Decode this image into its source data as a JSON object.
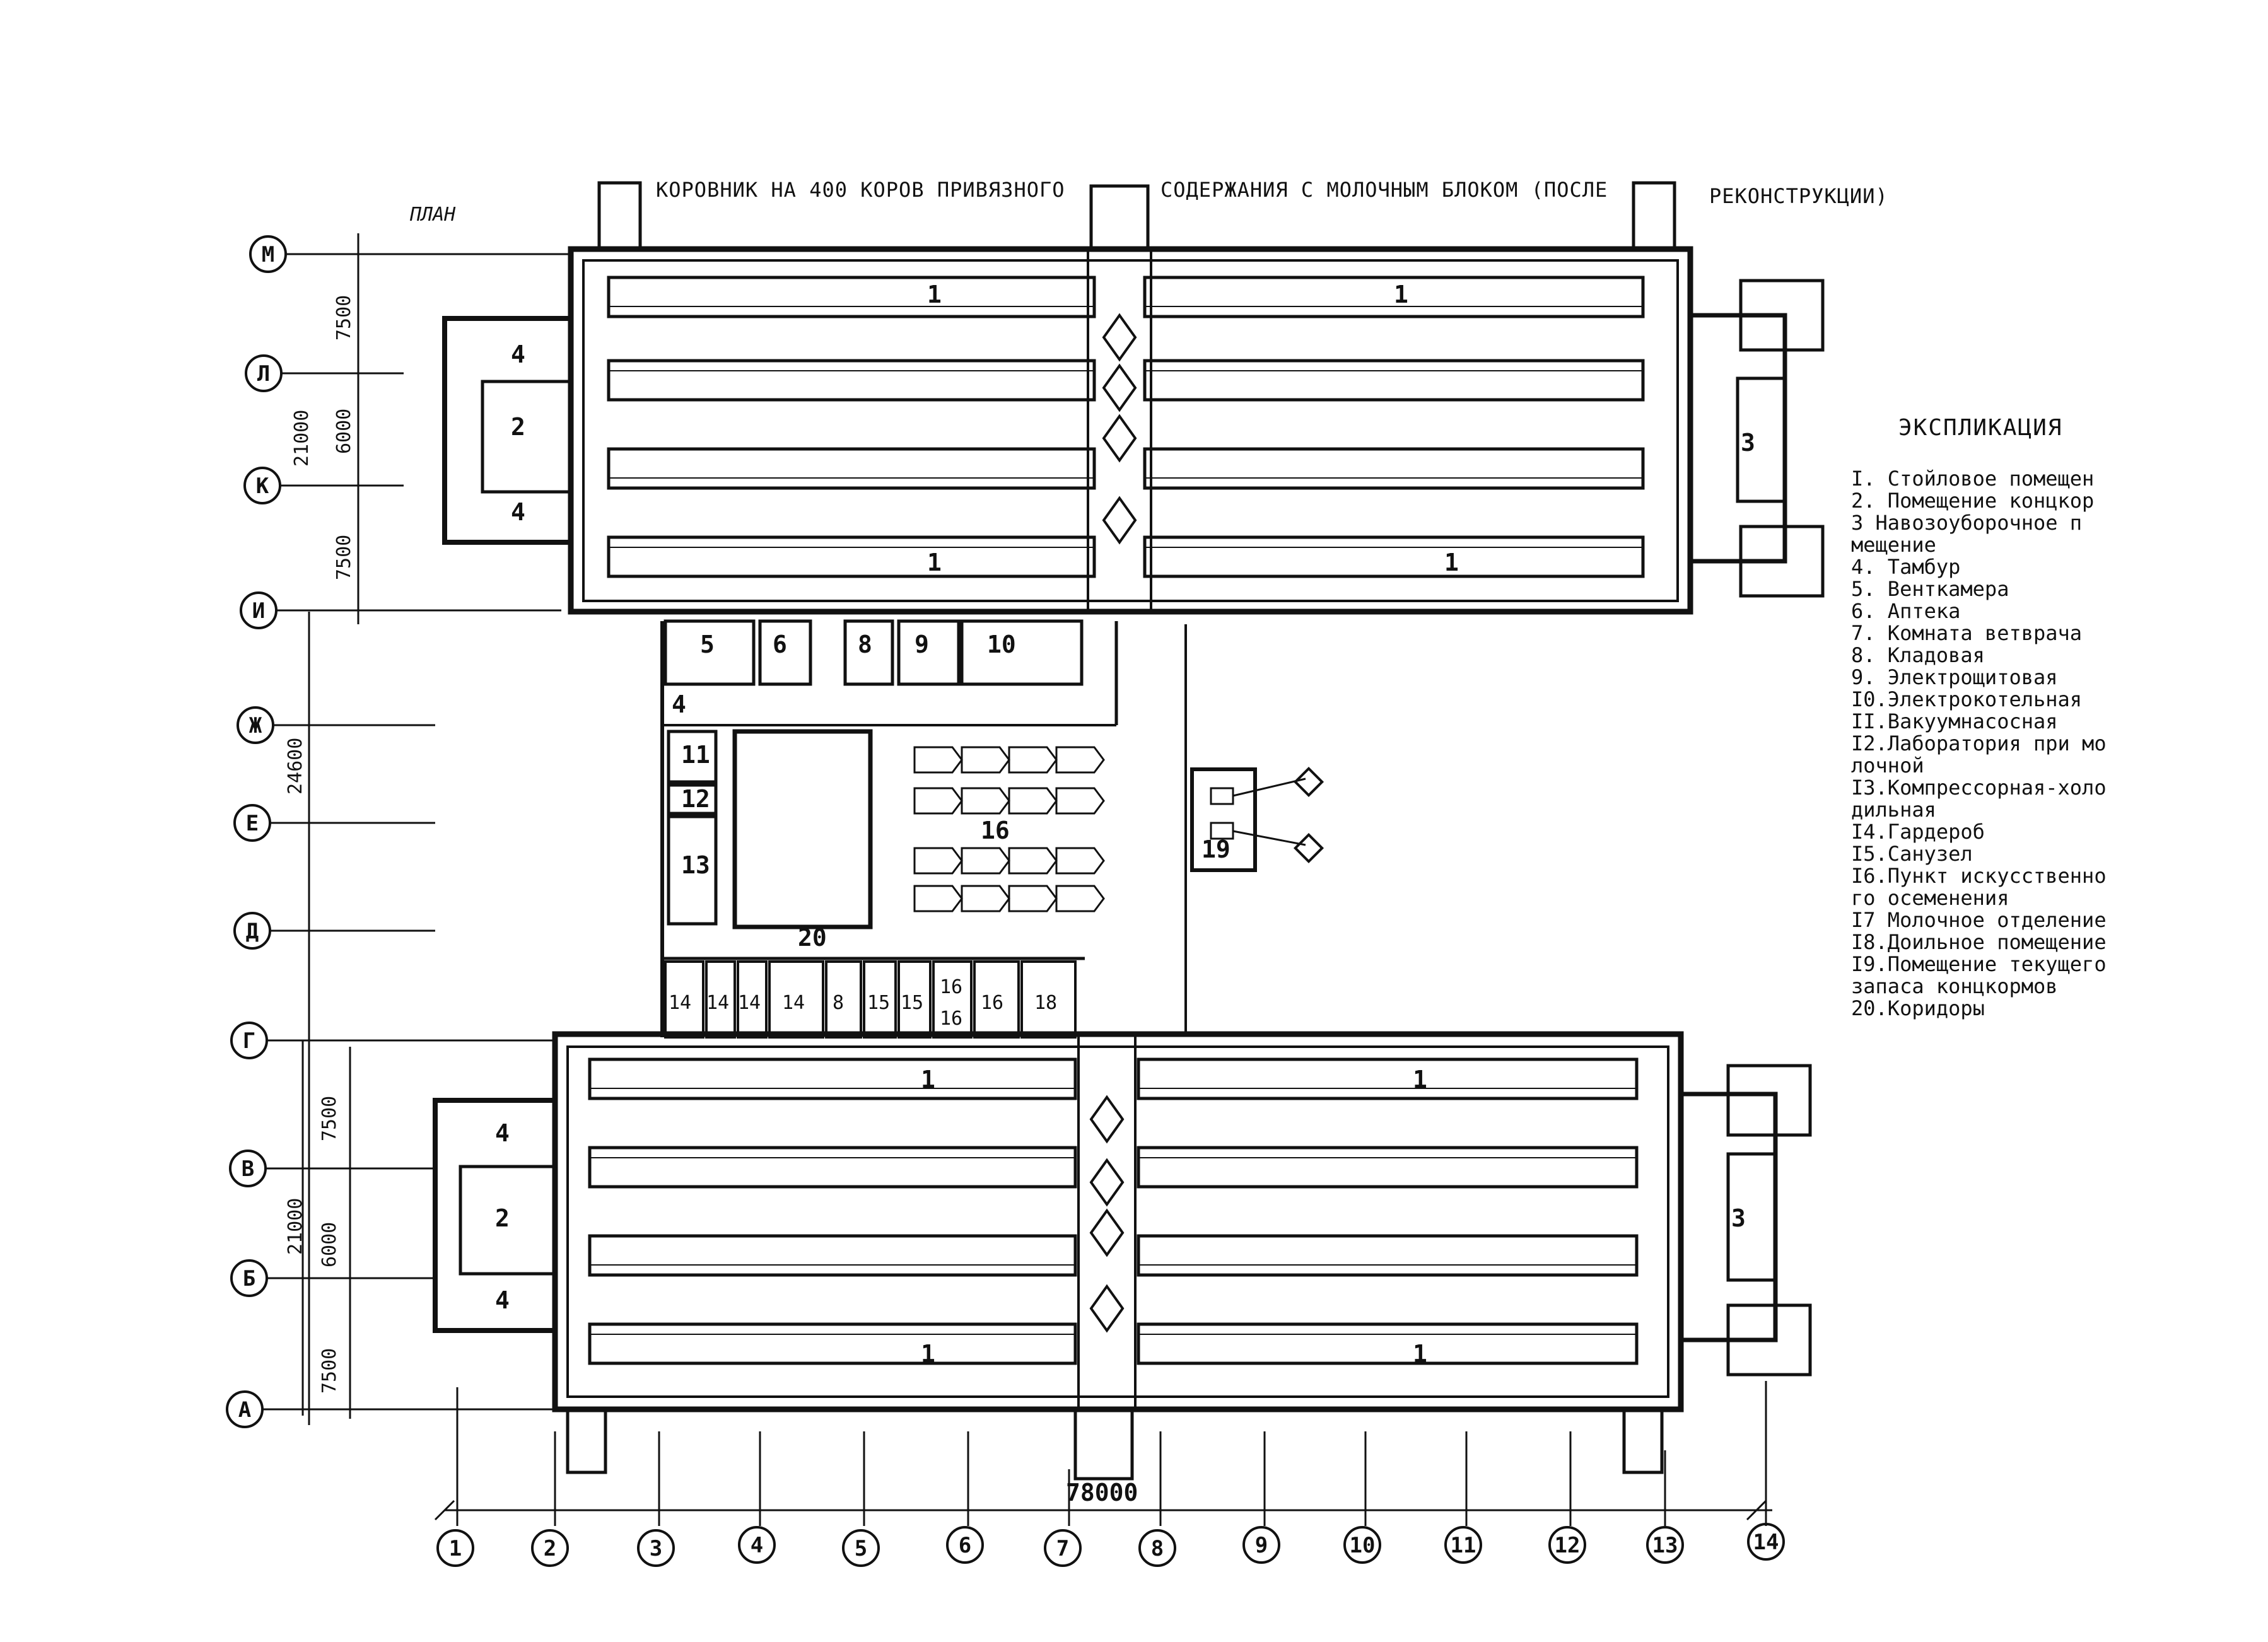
{
  "title_parts": [
    "КОРОВНИК НА 400 КОРОВ ПРИВЯЗНОГО",
    "СОДЕРЖАНИЯ С МОЛОЧНЫМ БЛОКОМ (ПОСЛЕ",
    "РЕКОНСТРУКЦИИ)"
  ],
  "plan_label": "ПЛАН",
  "row_axes": [
    "М",
    "Л",
    "К",
    "И",
    "Ж",
    "Е",
    "Д",
    "Г",
    "В",
    "Б",
    "А"
  ],
  "col_axes": [
    "1",
    "2",
    "3",
    "4",
    "5",
    "6",
    "7",
    "8",
    "9",
    "10",
    "11",
    "12",
    "13",
    "14"
  ],
  "dimensions": {
    "top_spans": [
      "7500",
      "6000",
      "7500"
    ],
    "top_total": "21000",
    "middle_total": "24600",
    "bottom_spans": [
      "7500",
      "6000",
      "7500"
    ],
    "bottom_total": "21000",
    "overall_length": "78000"
  },
  "room_labels": {
    "r1": "1",
    "r2": "2",
    "r3": "3",
    "r4": "4",
    "r5": "5",
    "r6": "6",
    "r8": "8",
    "r9": "9",
    "r10": "10",
    "r11": "11",
    "r12": "12",
    "r13": "13",
    "r14": "14",
    "r15": "15",
    "r16": "16",
    "r18": "18",
    "r19": "19",
    "r20": "20"
  },
  "legend": {
    "heading": "ЭКСПЛИКАЦИЯ",
    "items": [
      "I. Стойловое помещен",
      "2. Помещение концкор",
      "3  Навозоуборочное п",
      "    мещение",
      "4. Тамбур",
      "5. Венткамера",
      "6. Аптека",
      "7. Комната ветврача",
      "8. Кладовая",
      "9. Электрощитовая",
      "I0.Электрокотельная",
      "II.Вакуумнасосная",
      "I2.Лаборатория при мо",
      "    лочной",
      "I3.Компрессорная-холо",
      "    дильная",
      "I4.Гардероб",
      "I5.Санузел",
      "I6.Пункт искусственно",
      "    го осеменения",
      "I7 Молочное отделение",
      "I8.Доильное помещение",
      "I9.Помещение текущего",
      "    запаса концкормов",
      "20.Коридоры"
    ]
  }
}
